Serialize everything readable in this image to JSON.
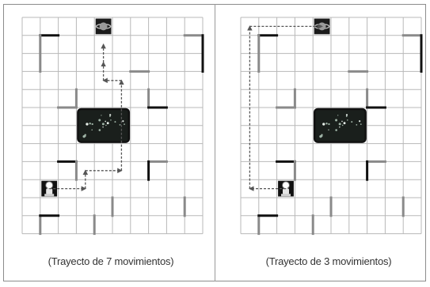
{
  "panels": [
    {
      "id": "left",
      "caption": "(Trayecto de 7 movimientos)",
      "cols": 10,
      "rows": 12,
      "robot_cell": [
        1,
        9
      ],
      "target_cell": [
        4,
        0
      ],
      "center_block_cells": [
        [
          3,
          5
        ],
        [
          4,
          5
        ],
        [
          5,
          5
        ],
        [
          3,
          6
        ],
        [
          4,
          6
        ],
        [
          5,
          6
        ]
      ],
      "path_points": [
        [
          1,
          9
        ],
        [
          3,
          9
        ],
        [
          3,
          8
        ],
        [
          5,
          8
        ],
        [
          5,
          3
        ],
        [
          4,
          3
        ],
        [
          4,
          2
        ],
        [
          4,
          1
        ]
      ],
      "walls": [
        {
          "a": [
            1,
            1
          ],
          "b": [
            2,
            1
          ]
        },
        {
          "a": [
            1,
            1
          ],
          "b": [
            1,
            3
          ]
        },
        {
          "a": [
            9,
            1
          ],
          "b": [
            10,
            1
          ]
        },
        {
          "a": [
            10,
            1
          ],
          "b": [
            10,
            3
          ]
        },
        {
          "a": [
            6,
            3
          ],
          "b": [
            7,
            3
          ]
        },
        {
          "a": [
            7,
            4
          ],
          "b": [
            7,
            5
          ]
        },
        {
          "a": [
            7,
            5
          ],
          "b": [
            8,
            5
          ]
        },
        {
          "a": [
            3,
            4
          ],
          "b": [
            3,
            5
          ]
        },
        {
          "a": [
            2,
            5
          ],
          "b": [
            3,
            5
          ]
        },
        {
          "a": [
            2,
            8
          ],
          "b": [
            3,
            8
          ]
        },
        {
          "a": [
            3,
            8
          ],
          "b": [
            3,
            9
          ]
        },
        {
          "a": [
            7,
            8
          ],
          "b": [
            8,
            8
          ]
        },
        {
          "a": [
            7,
            8
          ],
          "b": [
            7,
            9
          ]
        },
        {
          "a": [
            5,
            10
          ],
          "b": [
            5,
            11
          ]
        },
        {
          "a": [
            1,
            11
          ],
          "b": [
            1,
            12
          ]
        },
        {
          "a": [
            1,
            11
          ],
          "b": [
            2,
            11
          ]
        },
        {
          "a": [
            9,
            10
          ],
          "b": [
            9,
            11
          ]
        },
        {
          "a": [
            4,
            11
          ],
          "b": [
            4,
            12
          ]
        }
      ]
    },
    {
      "id": "right",
      "caption": "(Trayecto de 3 movimientos)",
      "cols": 10,
      "rows": 12,
      "robot_cell": [
        2,
        9
      ],
      "target_cell": [
        4,
        0
      ],
      "center_block_cells": [
        [
          4,
          5
        ],
        [
          5,
          5
        ],
        [
          6,
          5
        ],
        [
          4,
          6
        ],
        [
          5,
          6
        ],
        [
          6,
          6
        ]
      ],
      "path_points": [
        [
          2,
          9
        ],
        [
          0,
          9
        ],
        [
          0,
          0
        ],
        [
          4,
          0
        ]
      ],
      "walls": [
        {
          "a": [
            1,
            1
          ],
          "b": [
            2,
            1
          ]
        },
        {
          "a": [
            1,
            1
          ],
          "b": [
            1,
            3
          ]
        },
        {
          "a": [
            9,
            1
          ],
          "b": [
            10,
            1
          ]
        },
        {
          "a": [
            10,
            1
          ],
          "b": [
            10,
            3
          ]
        },
        {
          "a": [
            6,
            3
          ],
          "b": [
            7,
            3
          ]
        },
        {
          "a": [
            7,
            4
          ],
          "b": [
            7,
            5
          ]
        },
        {
          "a": [
            7,
            5
          ],
          "b": [
            8,
            5
          ]
        },
        {
          "a": [
            3,
            4
          ],
          "b": [
            3,
            5
          ]
        },
        {
          "a": [
            2,
            5
          ],
          "b": [
            3,
            5
          ]
        },
        {
          "a": [
            2,
            8
          ],
          "b": [
            3,
            8
          ]
        },
        {
          "a": [
            3,
            8
          ],
          "b": [
            3,
            9
          ]
        },
        {
          "a": [
            7,
            8
          ],
          "b": [
            8,
            8
          ]
        },
        {
          "a": [
            7,
            8
          ],
          "b": [
            7,
            9
          ]
        },
        {
          "a": [
            5,
            10
          ],
          "b": [
            5,
            11
          ]
        },
        {
          "a": [
            1,
            11
          ],
          "b": [
            1,
            12
          ]
        },
        {
          "a": [
            1,
            11
          ],
          "b": [
            2,
            11
          ]
        },
        {
          "a": [
            9,
            10
          ],
          "b": [
            9,
            11
          ]
        },
        {
          "a": [
            4,
            11
          ],
          "b": [
            4,
            12
          ]
        }
      ]
    }
  ],
  "colors": {
    "grid": "#b8b8b8",
    "wall_dark": "#111111",
    "wall_gray": "#8a8a8a",
    "arrow": "#555555",
    "galaxy_bg": "#1a1f1c",
    "galaxy_border": "#111111"
  },
  "icons": {
    "robot": "robot-walle-icon",
    "target": "planet-saturn-icon",
    "center": "galaxy-icon"
  }
}
